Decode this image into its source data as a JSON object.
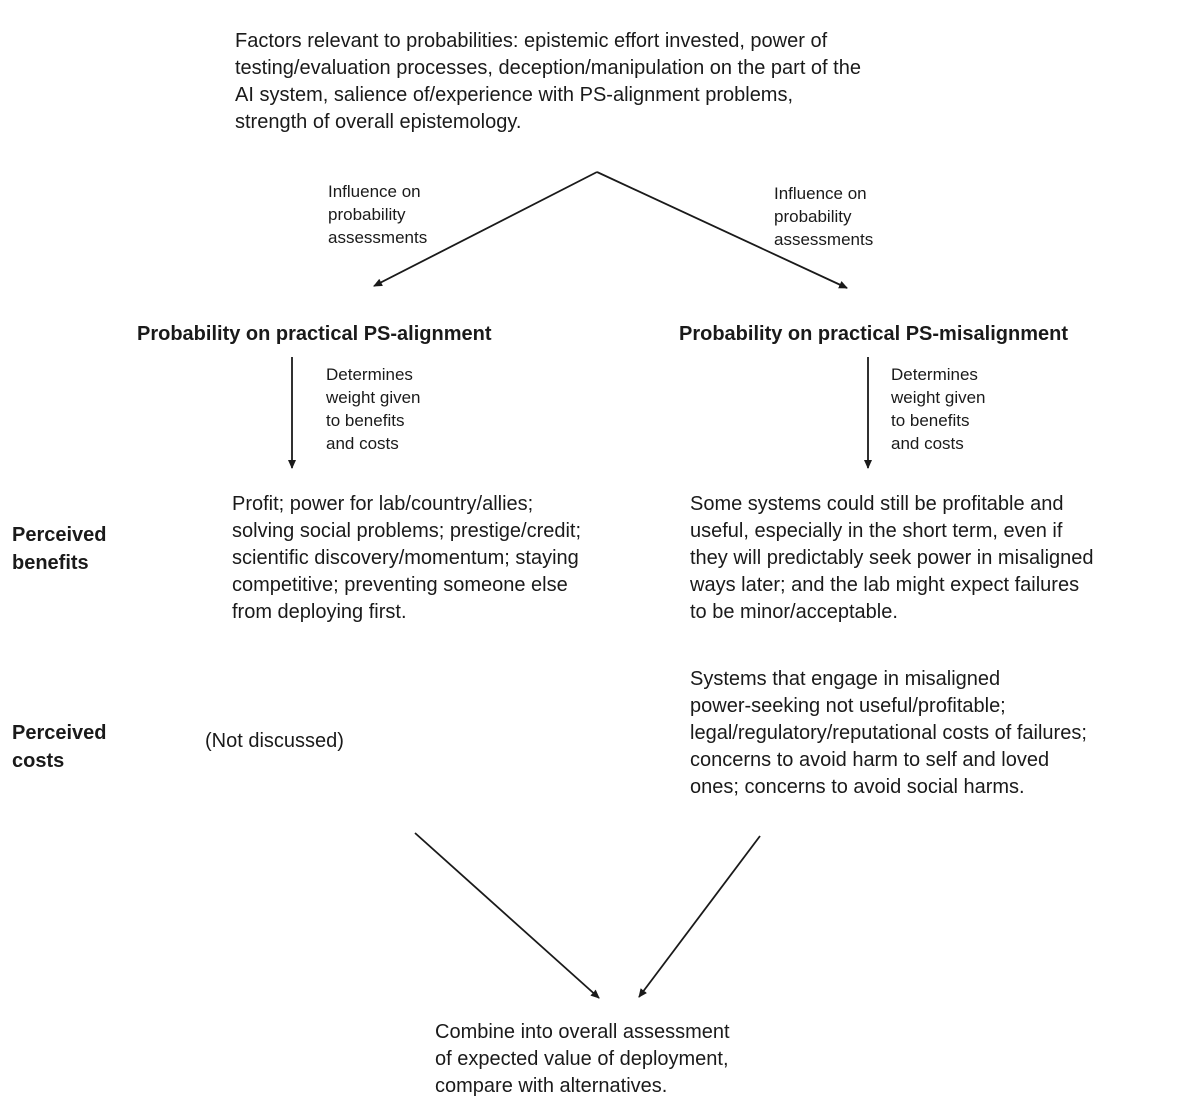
{
  "diagram": {
    "background_color": "#ffffff",
    "text_color": "#1a1a1a",
    "arrow_color": "#1a1a1a",
    "factors_text": "Factors relevant to probabilities: epistemic effort invested, power of\ntesting/evaluation processes, deception/manipulation on the part of the\nAI system, salience of/experience with PS-alignment problems,\nstrength of overall epistemology.",
    "influence_label_left": "Influence on\nprobability\nassessments",
    "influence_label_right": "Influence on\nprobability\nassessments",
    "heading_left": "Probability on practical PS-alignment",
    "heading_right": "Probability on practical PS-misalignment",
    "determines_label_left": "Determines\nweight given\nto benefits\nand costs",
    "determines_label_right": "Determines\nweight given\nto benefits\nand costs",
    "row_label_benefits": "Perceived\nbenefits",
    "row_label_costs": "Perceived\ncosts",
    "benefits_alignment": "Profit; power for lab/country/allies;\nsolving social problems; prestige/credit;\nscientific discovery/momentum; staying\ncompetitive; preventing someone else\nfrom deploying first.",
    "benefits_misalignment": "Some systems could still be profitable and\nuseful, especially in the short term, even if\nthey will predictably seek power in misaligned\nways later; and the lab might expect failures\nto be minor/acceptable.",
    "costs_alignment": "(Not discussed)",
    "costs_misalignment": "Systems that engage in misaligned\npower-seeking not useful/profitable;\nlegal/regulatory/reputational costs of failures;\nconcerns to avoid harm to self and loved\nones; concerns to avoid social harms.",
    "combine_text": "Combine into overall assessment\nof expected value of deployment,\ncompare with alternatives."
  }
}
